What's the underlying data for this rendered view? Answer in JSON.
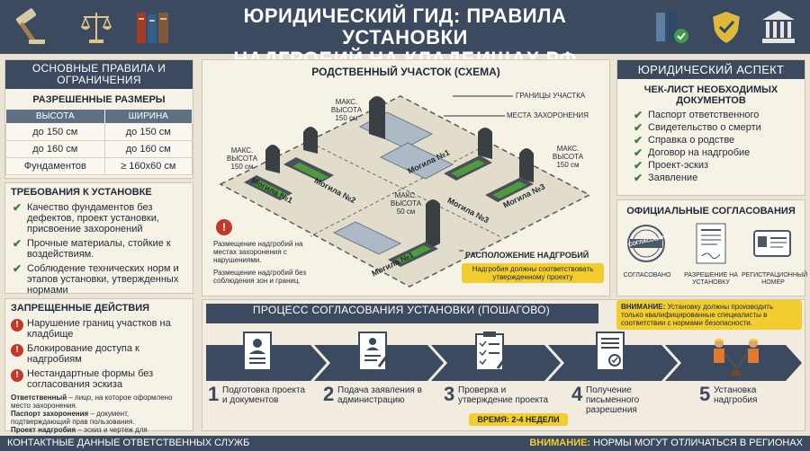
{
  "header": {
    "title_line1": "ЮРИДИЧЕСКИЙ ГИД: ПРАВИЛА УСТАНОВКИ",
    "title_line2": "НАДГРОБИЙ НА КЛАДБИЩАХ РФ",
    "icons": [
      "gavel-icon",
      "scales-icon",
      "law-books-icon",
      "binders-icon",
      "shield-icon",
      "courthouse-icon"
    ]
  },
  "left": {
    "rules_title": "ОСНОВНЫЕ ПРАВИЛА И ОГРАНИЧЕНИЯ",
    "sizes_title": "РАЗРЕШЕННЫЕ РАЗМЕРЫ",
    "table_headers": [
      "ВЫСОТА",
      "ШИРИНА"
    ],
    "table_rows": [
      [
        "до 150 см",
        "до 150 см"
      ],
      [
        "до 160 см",
        "до 160 см"
      ],
      [
        "Фундаментов",
        "≥ 160x60 см"
      ]
    ],
    "req_title": "ТРЕБОВАНИЯ К УСТАНОВКЕ",
    "requirements": [
      "Качество фундаментов без дефектов, проект установки, присвоение захоронений",
      "Прочные материалы, стойкие к воздействиям.",
      "Соблюдение технических норм и этапов установки, утвержденных нормами"
    ],
    "forbidden_title": "ЗАПРЕЩЕННЫЕ ДЕЙСТВИЯ",
    "forbidden": [
      "Нарушение границ участков на кладбище",
      "Блокирование доступа к надгробиям",
      "Нестандартные формы без согласования эскиза"
    ],
    "definitions": [
      {
        "term": "Ответственный",
        "text": " – лицо, на которое оформлено место захоронения."
      },
      {
        "term": "Паспорт захоронения",
        "text": " – документ, подтверждающий прав пользования."
      },
      {
        "term": "Проект надгробия",
        "text": " – эскиз и чертеж для согласования."
      }
    ]
  },
  "scheme": {
    "title": "РОДСТВЕННЫЙ УЧАСТОК (СХЕМА)",
    "labels": {
      "boundary": "ГРАНИЦЫ УЧАСТКА",
      "burial_places": "МЕСТА ЗАХОРОНЕНИЯ",
      "max_h_150_top": "МАКС. ВЫСОТА 150 см",
      "max_h_150_left": "МАКС. ВЫСОТА 150 см",
      "max_h_150_right": "МАКС. ВЫСОТА 150 см",
      "max_h_50": "МАКС. ВЫСОТА 50 см",
      "placement": "РАСПОЛОЖЕНИЕ НАДГРОБИЙ",
      "placement_note": "Надгробия должны соответствовать утвержденному проекту"
    },
    "graves": [
      "Могила №1",
      "Могила №2",
      "Могила №1",
      "Могила №3",
      "Могила №3",
      "Могила №1"
    ],
    "warnings": [
      "Размещение надгробий на местах захоронения с нарушениями.",
      "Размещение надгробий без соблюдения зон и границ."
    ]
  },
  "legal": {
    "title": "ЮРИДИЧЕСКИЙ АСПЕКТ",
    "checklist_title": "ЧЕК-ЛИСТ НЕОБХОДИМЫХ ДОКУМЕНТОВ",
    "checklist": [
      "Паспорт ответственного",
      "Свидетельство о смерти",
      "Справка о родстве",
      "Договор на надгробие",
      "Проект-эскиз",
      "Заявление"
    ],
    "approvals_title": "ОФИЦИАЛЬНЫЕ СОГЛАСОВАНИЯ",
    "approvals": [
      "СОГЛАСОВАНО",
      "РАЗРЕШЕНИЕ НА УСТАНОВКУ",
      "РЕГИСТРАЦИОННЫЙ НОМЕР"
    ],
    "stamp_text": "СОГЛАСОВАНО"
  },
  "process": {
    "title": "ПРОЦЕСС СОГЛАСОВАНИЯ УСТАНОВКИ (ПОШАГОВО)",
    "attention_label": "ВНИМАНИЕ:",
    "attention_text": " Установку должны производить только квалифицированные специалисты в соответствии с нормами безопасности.",
    "steps": [
      {
        "num": "1",
        "text": "Подготовка проекта и документов"
      },
      {
        "num": "2",
        "text": "Подача заявления в администрацию"
      },
      {
        "num": "3",
        "text": "Проверка и утверждение проекта"
      },
      {
        "num": "4",
        "text": "Получение письменного разрешения"
      },
      {
        "num": "5",
        "text": "Установка надгробия"
      }
    ],
    "time": "ВРЕМЯ: 2-4 НЕДЕЛИ"
  },
  "footer": {
    "contacts": "КОНТАКТНЫЕ ДАННЫЕ ОТВЕТСТВЕННЫХ СЛУЖБ",
    "warning_label": "ВНИМАНИЕ:",
    "warning_text": " НОРМЫ МОГУТ ОТЛИЧАТЬСЯ В РЕГИОНАХ"
  },
  "colors": {
    "navy": "#3b4a5e",
    "beige": "#e9e4d6",
    "panel": "#f6f2e6",
    "green": "#3f7a3a",
    "red": "#c0392b",
    "yellow": "#f3cc2d"
  }
}
